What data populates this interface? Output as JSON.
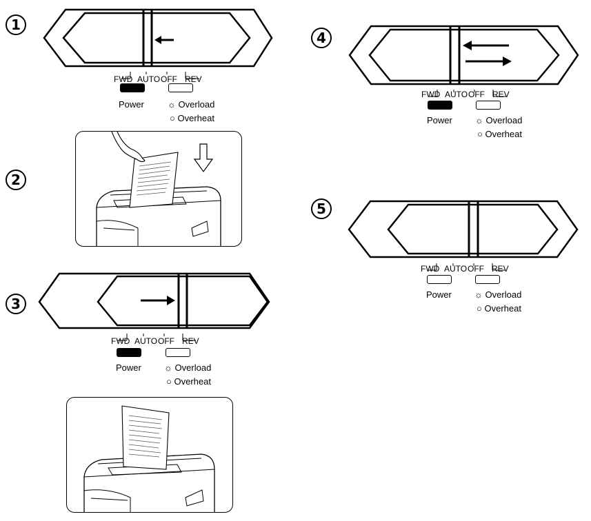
{
  "steps": [
    {
      "number": "1"
    },
    {
      "number": "2"
    },
    {
      "number": "3"
    },
    {
      "number": "4"
    },
    {
      "number": "5"
    }
  ],
  "panel": {
    "fwd": "FWD",
    "auto": "AUTO",
    "off": "OFF",
    "rev": "REV",
    "power": "Power",
    "overload": "Overload",
    "overheat": "Overheat"
  }
}
